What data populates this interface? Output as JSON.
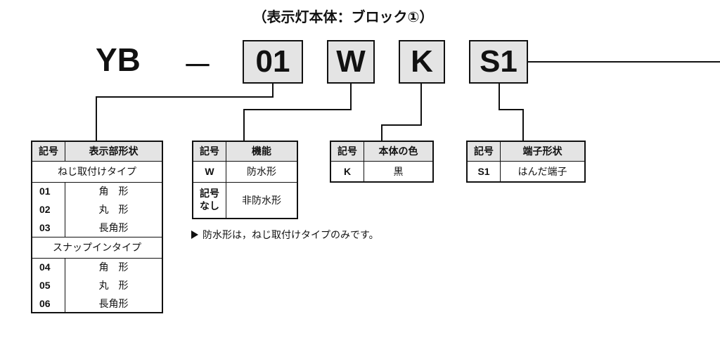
{
  "title": "（表示灯本体：ブロック①）",
  "model": {
    "prefix": "YB",
    "dash": "－",
    "boxes": [
      "01",
      "W",
      "K",
      "S1"
    ]
  },
  "table_shape": {
    "headers": [
      "記号",
      "表示部形状"
    ],
    "group1": "ねじ取付けタイプ",
    "group1_rows": [
      [
        "01",
        "角　形"
      ],
      [
        "02",
        "丸　形"
      ],
      [
        "03",
        "長角形"
      ]
    ],
    "group2": "スナップインタイプ",
    "group2_rows": [
      [
        "04",
        "角　形"
      ],
      [
        "05",
        "丸　形"
      ],
      [
        "06",
        "長角形"
      ]
    ]
  },
  "table_function": {
    "headers": [
      "記号",
      "機能"
    ],
    "rows": [
      [
        "W",
        "防水形"
      ],
      [
        "記号\nなし",
        "非防水形"
      ]
    ],
    "note": "防水形は，ねじ取付けタイプのみです。"
  },
  "table_color": {
    "headers": [
      "記号",
      "本体の色"
    ],
    "rows": [
      [
        "K",
        "黒"
      ]
    ]
  },
  "table_terminal": {
    "headers": [
      "記号",
      "端子形状"
    ],
    "rows": [
      [
        "S1",
        "はんだ端子"
      ]
    ]
  }
}
